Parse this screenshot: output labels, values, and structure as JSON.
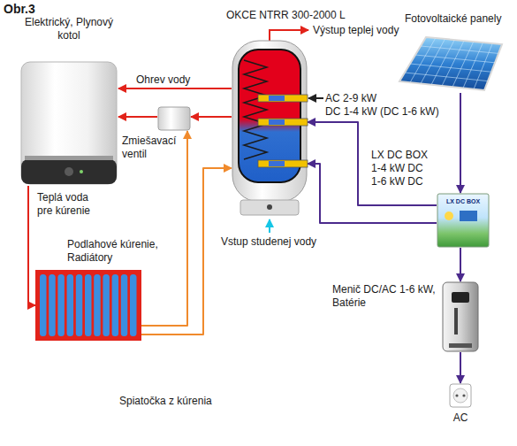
{
  "diagram": {
    "nodes": [
      {
        "text": [
          "Elektrický, Plynový kotol"
        ]
      },
      {
        "text": [
          "OKCE NTRR 300-2000 L"
        ]
      },
      {
        "text": [
          "Fotovoltaické panely"
        ]
      },
      {
        "text": [
          "Zmiešavací ventil"
        ]
      },
      {
        "text": [
          "LX DC BOX 1-4 kW DC 1-6 kW DC",
          "LX DC BOX"
        ]
      },
      {
        "text": [
          "Podlahové kúrenie, Radiátory"
        ]
      },
      {
        "text": [
          "Menič DC/AC 1-6 kW, Batérie"
        ]
      },
      {
        "text": [
          "AC"
        ]
      }
    ],
    "edges": [
      {
        "from": 1,
        "to": 0,
        "arrow": "to",
        "label": "Ohrev vody"
      },
      {
        "from": 1,
        "to": 3,
        "arrow": "to"
      },
      {
        "from": 3,
        "to": 0,
        "arrow": "to"
      },
      {
        "from": 0,
        "to": 5,
        "arrow": "to"
      },
      {
        "from": 5,
        "to": 1,
        "arrow": "to"
      },
      {
        "from": 5,
        "to": 3,
        "arrow": "to"
      },
      {
        "from": 2,
        "to": 4,
        "arrow": "to"
      },
      {
        "from": 4,
        "to": 1,
        "arrow": "to"
      },
      {
        "from": 4,
        "to": 1,
        "arrow": "to"
      },
      {
        "from": 4,
        "to": 6,
        "arrow": "to"
      },
      {
        "from": 6,
        "to": 7,
        "arrow": "to"
      }
    ],
    "labels": [
      "Obr.3",
      "Výstup teplej vody",
      "AC 2-9 kW",
      "DC 1-4 kW (DC 1-6 kW)",
      "Teplá voda pre kúrenie",
      "Vstup studenej vody",
      "Spiatočka z kúrenia"
    ]
  }
}
